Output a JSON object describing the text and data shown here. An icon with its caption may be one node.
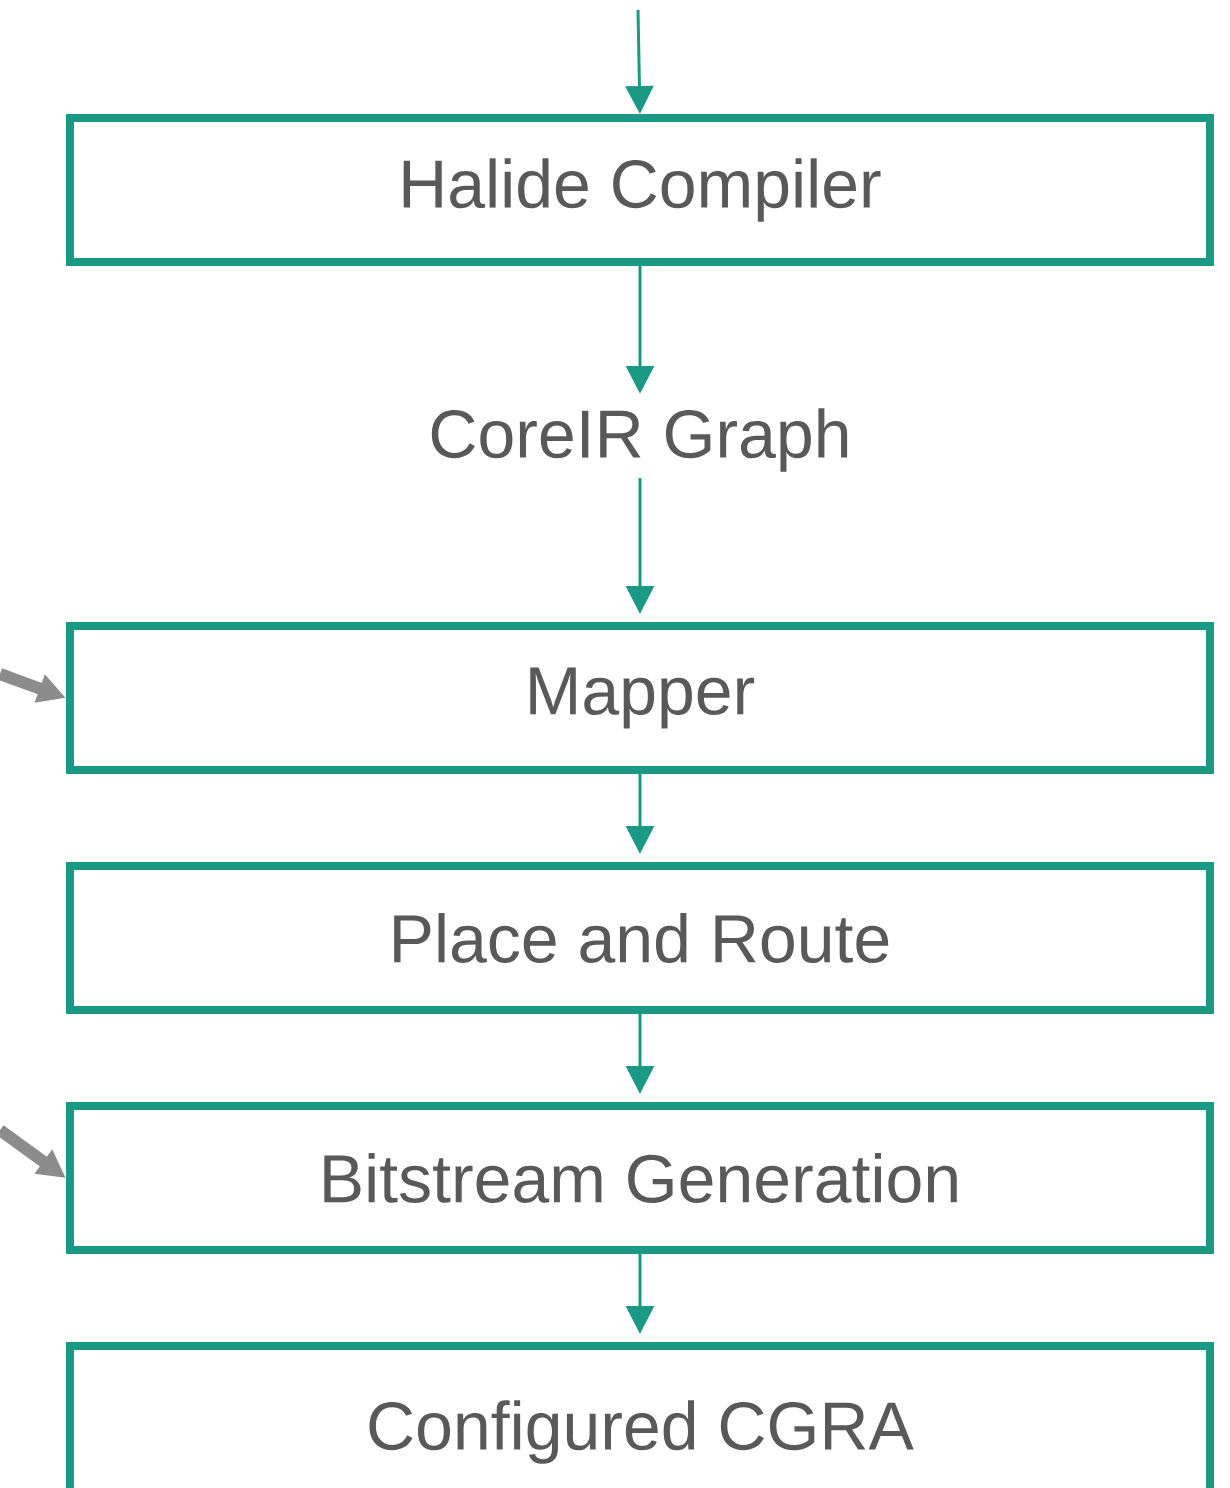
{
  "diagram": {
    "nodes": [
      {
        "text": [
          "Halide Compiler"
        ]
      },
      {
        "text": [
          "CoreIR Graph"
        ]
      },
      {
        "text": [
          "Mapper"
        ]
      },
      {
        "text": [
          "Place and Route"
        ]
      },
      {
        "text": [
          "Bitstream Generation"
        ]
      },
      {
        "text": [
          "Configured CGRA"
        ]
      }
    ],
    "edges": [
      {
        "from": null,
        "to": 0,
        "arrow": "to"
      },
      {
        "from": 0,
        "to": 1,
        "arrow": "to"
      },
      {
        "from": 1,
        "to": 2,
        "arrow": "to"
      },
      {
        "from": 2,
        "to": 3,
        "arrow": "to"
      },
      {
        "from": 3,
        "to": 4,
        "arrow": "to"
      },
      {
        "from": 4,
        "to": 5,
        "arrow": "to"
      },
      {
        "from": null,
        "to": 2,
        "arrow": "to",
        "style": "thick",
        "color": "#8c8c8c"
      },
      {
        "from": null,
        "to": 4,
        "arrow": "to",
        "style": "thick",
        "color": "#8c8c8c"
      }
    ]
  }
}
